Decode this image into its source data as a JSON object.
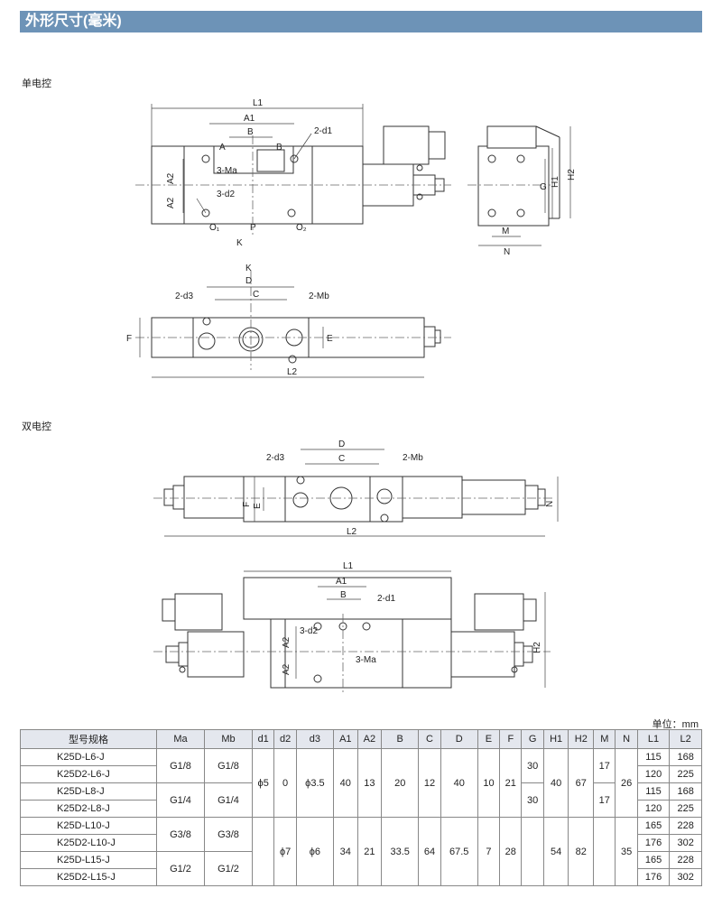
{
  "header": {
    "title": "外形尺寸(毫米)"
  },
  "sections": {
    "single": "单电控",
    "double": "双电控"
  },
  "unit": "单位：mm",
  "labels": {
    "L1": "L1",
    "A1": "A1",
    "B": "B",
    "A": "A",
    "Bport": "B",
    "d1": "2-d1",
    "Ma": "3-Ma",
    "d2": "3-d2",
    "A2a": "A2",
    "A2b": "A2",
    "O1": "O₁",
    "P": "P",
    "O2": "O₂",
    "K": "K",
    "K2": "K",
    "G": "G",
    "H1": "H1",
    "H2": "H2",
    "M": "M",
    "N": "N",
    "D": "D",
    "C": "C",
    "d3": "2-d3",
    "Mb": "2-Mb",
    "F": "F",
    "E": "E",
    "L2": "L2",
    "dD": "D",
    "dd3": "2-d3",
    "dC": "C",
    "dMb": "2-Mb",
    "dF": "F",
    "dE": "E",
    "dN": "N",
    "dL2": "L2",
    "bL1": "L1",
    "bA1": "A1",
    "bB": "B",
    "bd1": "2-d1",
    "bd2": "3-d2",
    "bMa": "3-Ma",
    "bA2a": "A2",
    "bA2b": "A2",
    "bH2": "H2"
  },
  "table": {
    "headers": [
      "型号规格",
      "Ma",
      "Mb",
      "d1",
      "d2",
      "d3",
      "A1",
      "A2",
      "B",
      "C",
      "D",
      "E",
      "F",
      "G",
      "H1",
      "H2",
      "M",
      "N",
      "L1",
      "L2"
    ],
    "models": [
      "K25D-L6-J",
      "K25D2-L6-J",
      "K25D-L8-J",
      "K25D2-L8-J",
      "K25D-L10-J",
      "K25D2-L10-J",
      "K25D-L15-J",
      "K25D2-L15-J"
    ],
    "ma": [
      "G1/8",
      "G1/4",
      "G3/8",
      "G1/2"
    ],
    "mb": [
      "G1/8",
      "G1/4",
      "G3/8",
      "G1/2"
    ],
    "group1": {
      "d1": "ϕ5",
      "d2": "0",
      "d3": "ϕ3.5",
      "A1": "40",
      "A2": "13",
      "B": "20",
      "C": "12",
      "D": "40",
      "E": "10",
      "F": "21",
      "G1": "30",
      "G2": "30",
      "H1": "40",
      "H2": "67",
      "M1": "17",
      "M2": "17",
      "N": "26"
    },
    "group2": {
      "d1": "",
      "d2": "ϕ7",
      "d3": "ϕ6",
      "A1": "34",
      "A2": "21",
      "B": "33.5",
      "C": "64",
      "D": "67.5",
      "E": "7",
      "F": "28",
      "G": "",
      "H1": "54",
      "H2": "82",
      "M": "",
      "N": "35"
    },
    "L1": [
      "115",
      "120",
      "115",
      "120",
      "165",
      "176",
      "165",
      "176"
    ],
    "L2": [
      "168",
      "225",
      "168",
      "225",
      "228",
      "302",
      "228",
      "302"
    ]
  }
}
